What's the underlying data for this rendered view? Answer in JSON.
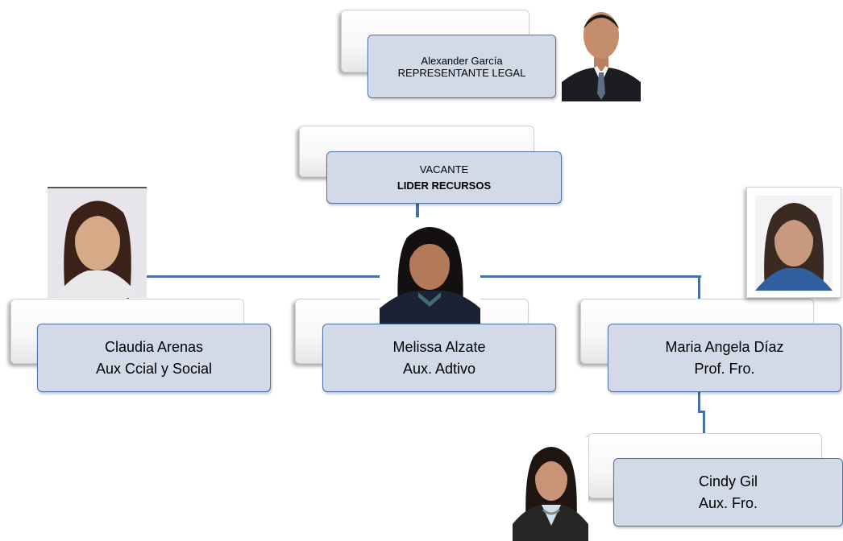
{
  "nodes": {
    "top": {
      "name": "Alexander García",
      "role": "REPRESENTANTE LEGAL"
    },
    "lider": {
      "name": "VACANTE",
      "role": "LIDER RECURSOS"
    },
    "claudia": {
      "name": "Claudia Arenas",
      "role": "Aux Ccial y Social"
    },
    "melissa": {
      "name": "Melissa Alzate",
      "role": "Aux. Adtivo"
    },
    "maria": {
      "name": "Maria Angela Díaz",
      "role": "Prof. Fro."
    },
    "cindy": {
      "name": "Cindy Gil",
      "role": "Aux. Fro."
    }
  },
  "colors": {
    "box_fill": "#d2dae8",
    "box_border": "#4f73a8",
    "connector": "#4a6fa5"
  }
}
